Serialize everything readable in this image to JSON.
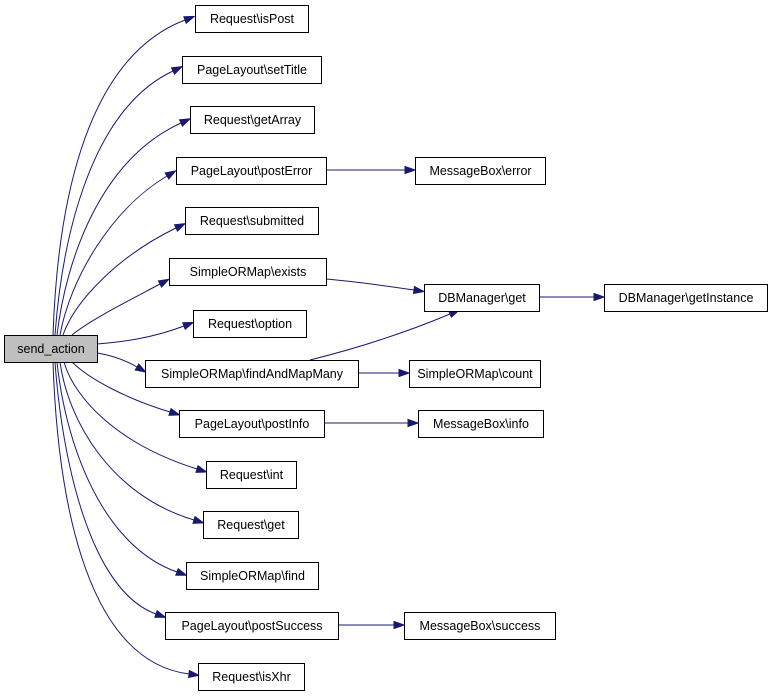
{
  "graph": {
    "root": "send_action",
    "colors": {
      "edge": "#191970",
      "root_fill": "#bfbfbf",
      "node_fill": "#ffffff",
      "border": "#000000"
    },
    "nodes": [
      {
        "id": "send_action",
        "label": "send_action",
        "root": true
      },
      {
        "id": "isPost",
        "label": "Request\\isPost"
      },
      {
        "id": "setTitle",
        "label": "PageLayout\\setTitle"
      },
      {
        "id": "getArray",
        "label": "Request\\getArray"
      },
      {
        "id": "postError",
        "label": "PageLayout\\postError"
      },
      {
        "id": "mbError",
        "label": "MessageBox\\error"
      },
      {
        "id": "submitted",
        "label": "Request\\submitted"
      },
      {
        "id": "exists",
        "label": "SimpleORMap\\exists"
      },
      {
        "id": "dbGet",
        "label": "DBManager\\get"
      },
      {
        "id": "dbGetInstance",
        "label": "DBManager\\getInstance"
      },
      {
        "id": "option",
        "label": "Request\\option"
      },
      {
        "id": "findAndMapMany",
        "label": "SimpleORMap\\findAndMapMany"
      },
      {
        "id": "count",
        "label": "SimpleORMap\\count"
      },
      {
        "id": "postInfo",
        "label": "PageLayout\\postInfo"
      },
      {
        "id": "mbInfo",
        "label": "MessageBox\\info"
      },
      {
        "id": "int",
        "label": "Request\\int"
      },
      {
        "id": "get",
        "label": "Request\\get"
      },
      {
        "id": "find",
        "label": "SimpleORMap\\find"
      },
      {
        "id": "postSuccess",
        "label": "PageLayout\\postSuccess"
      },
      {
        "id": "mbSuccess",
        "label": "MessageBox\\success"
      },
      {
        "id": "isXhr",
        "label": "Request\\isXhr"
      }
    ],
    "edges": [
      {
        "from": "send_action",
        "to": "isPost"
      },
      {
        "from": "send_action",
        "to": "setTitle"
      },
      {
        "from": "send_action",
        "to": "getArray"
      },
      {
        "from": "send_action",
        "to": "postError"
      },
      {
        "from": "send_action",
        "to": "submitted"
      },
      {
        "from": "send_action",
        "to": "exists"
      },
      {
        "from": "send_action",
        "to": "option"
      },
      {
        "from": "send_action",
        "to": "findAndMapMany"
      },
      {
        "from": "send_action",
        "to": "postInfo"
      },
      {
        "from": "send_action",
        "to": "int"
      },
      {
        "from": "send_action",
        "to": "get"
      },
      {
        "from": "send_action",
        "to": "find"
      },
      {
        "from": "send_action",
        "to": "postSuccess"
      },
      {
        "from": "send_action",
        "to": "isXhr"
      },
      {
        "from": "postError",
        "to": "mbError"
      },
      {
        "from": "exists",
        "to": "dbGet"
      },
      {
        "from": "dbGet",
        "to": "dbGetInstance"
      },
      {
        "from": "findAndMapMany",
        "to": "dbGet"
      },
      {
        "from": "findAndMapMany",
        "to": "count"
      },
      {
        "from": "postInfo",
        "to": "mbInfo"
      },
      {
        "from": "postSuccess",
        "to": "mbSuccess"
      }
    ]
  }
}
